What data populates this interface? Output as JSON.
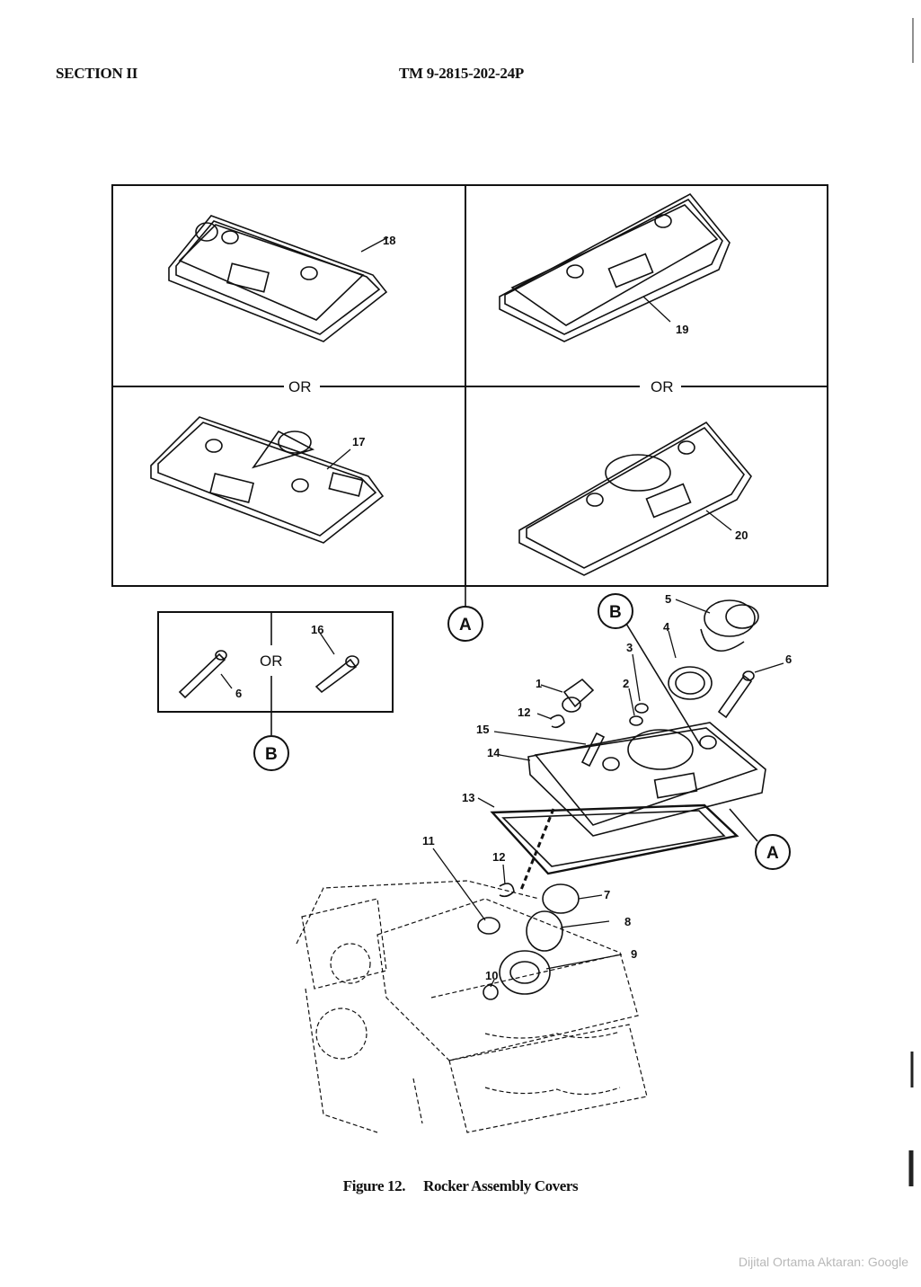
{
  "header": {
    "section": "SECTION II",
    "tm": "TM 9-2815-202-24P"
  },
  "figure": {
    "caption_number": "Figure 12.",
    "caption_title": "Rocker Assembly Covers",
    "or_text": "OR",
    "callout_a": "A",
    "callout_b": "B",
    "labels": {
      "l1": "1",
      "l2": "2",
      "l3": "3",
      "l4": "4",
      "l5": "5",
      "l6": "6",
      "l6b": "6",
      "l7": "7",
      "l8": "8",
      "l9": "9",
      "l10": "10",
      "l11": "11",
      "l12": "12",
      "l12b": "12",
      "l13": "13",
      "l14": "14",
      "l15": "15",
      "l16": "16",
      "l17": "17",
      "l18": "18",
      "l19": "19",
      "l20": "20"
    }
  },
  "watermark": "Dijital Ortama Aktaran: Google"
}
